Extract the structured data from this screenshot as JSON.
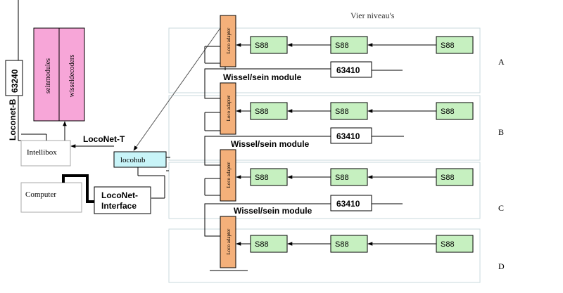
{
  "title": "Vier niveau's",
  "labels": {
    "loconet_b": "Loconet-B",
    "box_63240": "63240",
    "seinmodules": "seinmodules",
    "wisseldecoders": "wisseldecoders",
    "intellibox": "Intellibox",
    "loconet_t": "LocoNet-T",
    "locohub": "locohub",
    "computer": "Computer",
    "loconet_interface_1": "LocoNet-",
    "loconet_interface_2": "Interface",
    "loco_adapter": "Loco adapter",
    "s88": "S88",
    "box_63410": "63410",
    "wissel_sein": "Wissel/sein module"
  },
  "levels": [
    {
      "letter": "A"
    },
    {
      "letter": "B"
    },
    {
      "letter": "C"
    },
    {
      "letter": "D"
    }
  ],
  "colors": {
    "pink": "#f7a6d8",
    "green": "#c6f0c0",
    "orange": "#f4b07a",
    "cyan": "#c8f4f8",
    "panel_border": "#c8d8dc"
  }
}
